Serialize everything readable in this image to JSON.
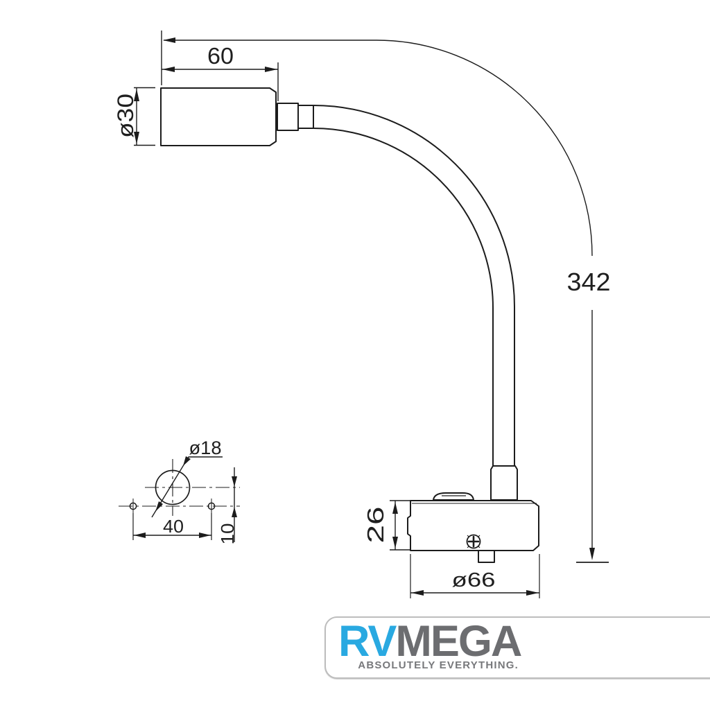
{
  "drawing": {
    "line_color": "#1C1C1C",
    "dimensions": {
      "head_length": "60",
      "head_diameter": "ø30",
      "overall_height": "342",
      "cutout_diameter": "ø18",
      "hole_spacing": "40",
      "hole_offset": "10",
      "base_height": "26",
      "base_diameter": "ø66"
    }
  },
  "logo": {
    "brand_prefix": "RV",
    "brand_suffix": "MEGA",
    "tagline": "ABSOLUTELY EVERYTHING.",
    "colors": {
      "prefix_blue": "#29A9E1",
      "suffix_gray": "#6C6D70",
      "tagline_gray": "#77787B",
      "border_gray": "#BDBDBD"
    }
  }
}
